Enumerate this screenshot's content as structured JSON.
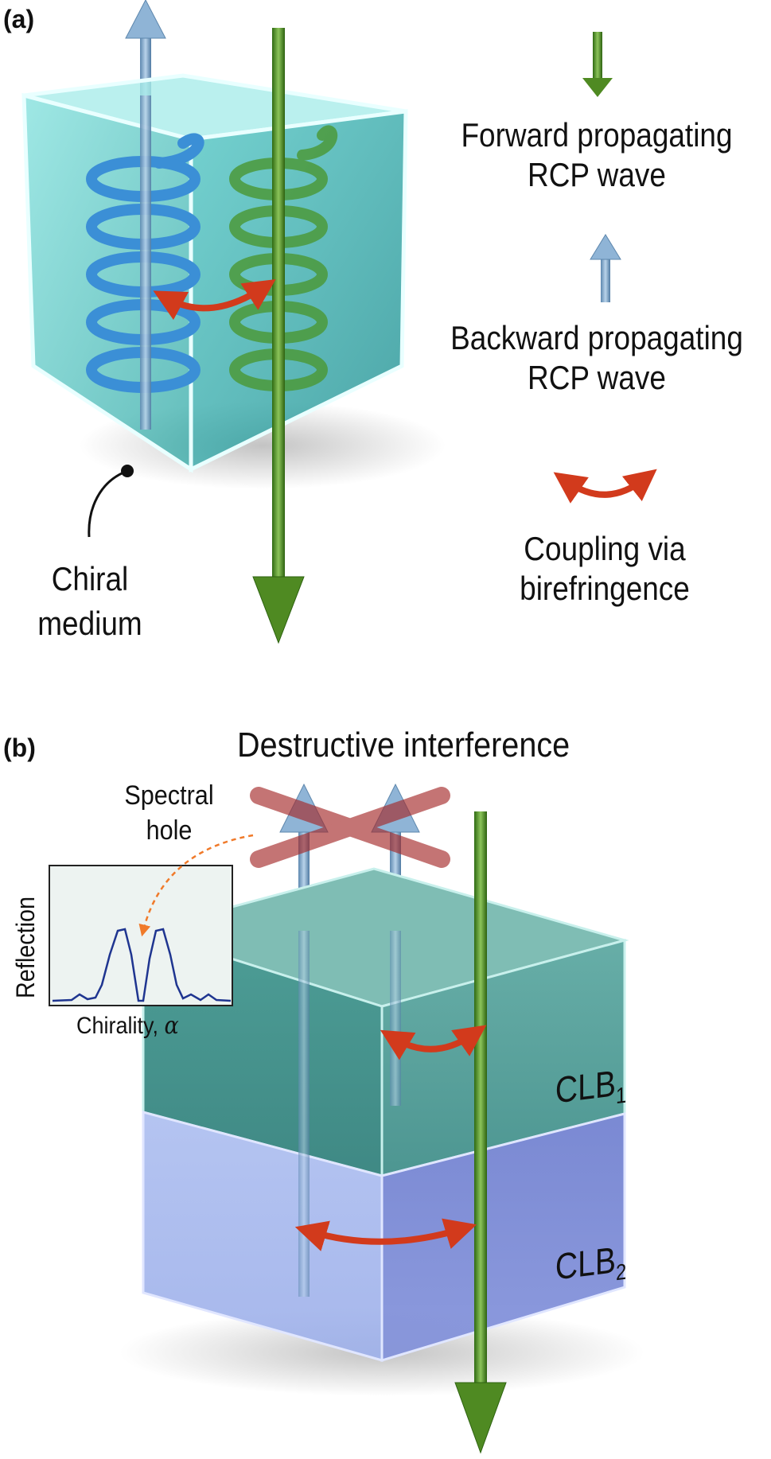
{
  "panel_a": {
    "label": "(a)",
    "medium_label_line1": "Chiral",
    "medium_label_line2": "medium",
    "legend": {
      "forward_line1": "Forward propagating",
      "forward_line2": "RCP wave",
      "backward_line1": "Backward propagating",
      "backward_line2": "RCP wave",
      "coupling_line1": "Coupling via",
      "coupling_line2": "birefringence"
    }
  },
  "panel_b": {
    "label": "(b)",
    "title": "Destructive interference",
    "spectral_hole_line1": "Spectral",
    "spectral_hole_line2": "hole",
    "inset": {
      "ylabel": "Reflection",
      "xlabel": "Chirality, ",
      "xlabel_symbol": "α"
    },
    "clb1": {
      "base": "CLB",
      "sub": "1"
    },
    "clb2": {
      "base": "CLB",
      "sub": "2"
    }
  },
  "colors": {
    "forward_wave": "#4f8a22",
    "backward_wave": "#7fa6c9",
    "coupling_arrow": "#d23a1c",
    "medium_teal": "#55c7c2",
    "layer1_teal": "#3f9a92",
    "layer2_blue": "#7d8fd8",
    "cross_red": "#a52a2a"
  }
}
